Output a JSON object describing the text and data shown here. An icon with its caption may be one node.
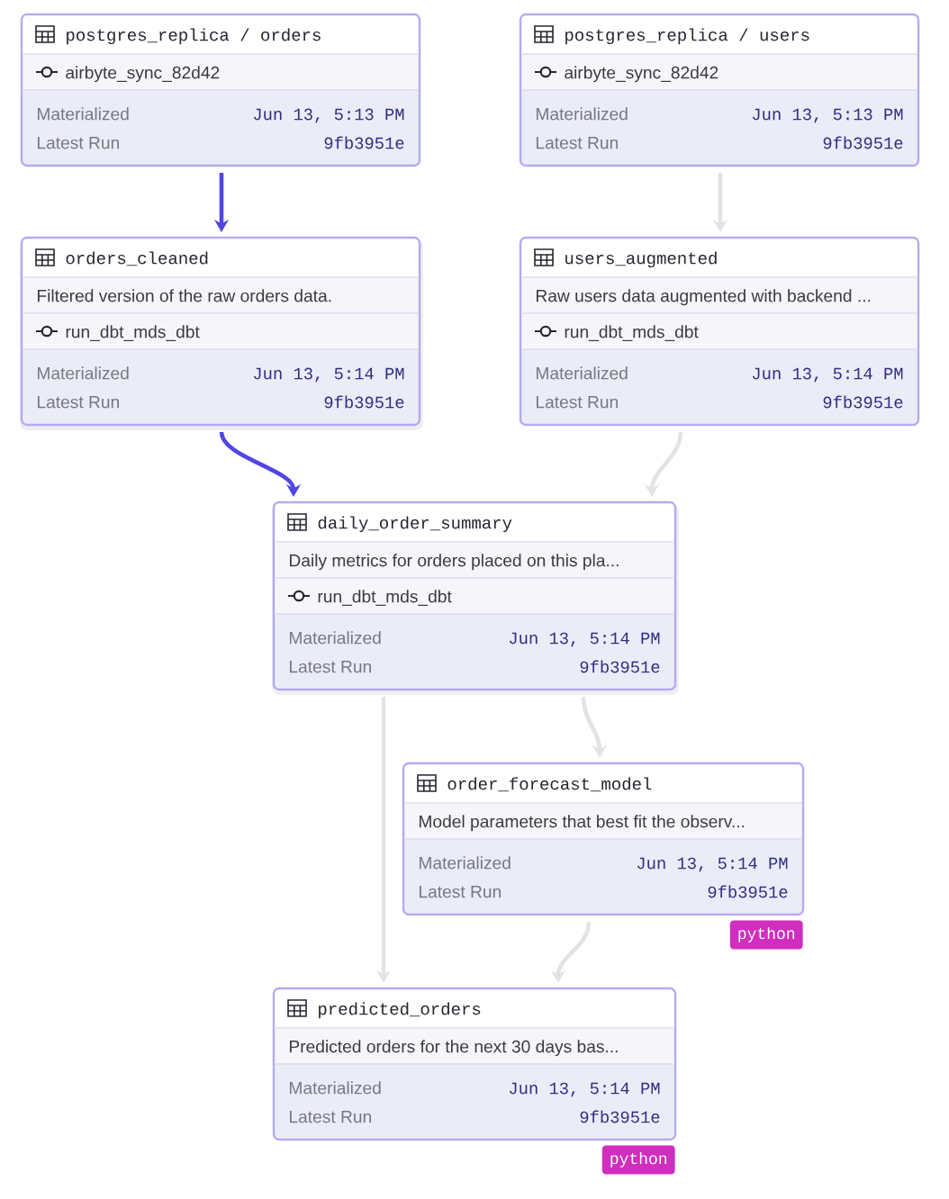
{
  "diagram": {
    "nodes": [
      {
        "text": [
          "postgres_replica / orders",
          "airbyte_sync_82d42",
          "Materialized",
          "Jun 13, 5:13 PM",
          "Latest Run",
          "9fb3951e"
        ]
      },
      {
        "text": [
          "postgres_replica / users",
          "airbyte_sync_82d42",
          "Materialized",
          "Jun 13, 5:13 PM",
          "Latest Run",
          "9fb3951e"
        ]
      },
      {
        "text": [
          "orders_cleaned",
          "Filtered version of the raw orders data.",
          "run_dbt_mds_dbt",
          "Materialized",
          "Jun 13, 5:14 PM",
          "Latest Run",
          "9fb3951e"
        ]
      },
      {
        "text": [
          "users_augmented",
          "Raw users data augmented with backend ...",
          "run_dbt_mds_dbt",
          "Materialized",
          "Jun 13, 5:14 PM",
          "Latest Run",
          "9fb3951e"
        ]
      },
      {
        "text": [
          "daily_order_summary",
          "Daily metrics for orders placed on this pla...",
          "run_dbt_mds_dbt",
          "Materialized",
          "Jun 13, 5:14 PM",
          "Latest Run",
          "9fb3951e"
        ]
      },
      {
        "text": [
          "order_forecast_model",
          "Model parameters that best fit the observ...",
          "Materialized",
          "Jun 13, 5:14 PM",
          "Latest Run",
          "9fb3951e"
        ],
        "beside": [
          "python"
        ]
      },
      {
        "text": [
          "predicted_orders",
          "Predicted orders for the next 30 days bas...",
          "Materialized",
          "Jun 13, 5:14 PM",
          "Latest Run",
          "9fb3951e"
        ],
        "beside": [
          "python"
        ]
      }
    ],
    "edges": [
      {
        "from": 0,
        "to": 2,
        "arrow": "to",
        "color": "#4f46e5"
      },
      {
        "from": 1,
        "to": 3,
        "arrow": "to"
      },
      {
        "from": 2,
        "to": 4,
        "arrow": "to",
        "color": "#4f46e5"
      },
      {
        "from": 3,
        "to": 4,
        "arrow": "to"
      },
      {
        "from": 4,
        "to": 5,
        "arrow": "to"
      },
      {
        "from": 4,
        "to": 6,
        "arrow": "to"
      },
      {
        "from": 5,
        "to": 6,
        "arrow": "to"
      }
    ]
  }
}
